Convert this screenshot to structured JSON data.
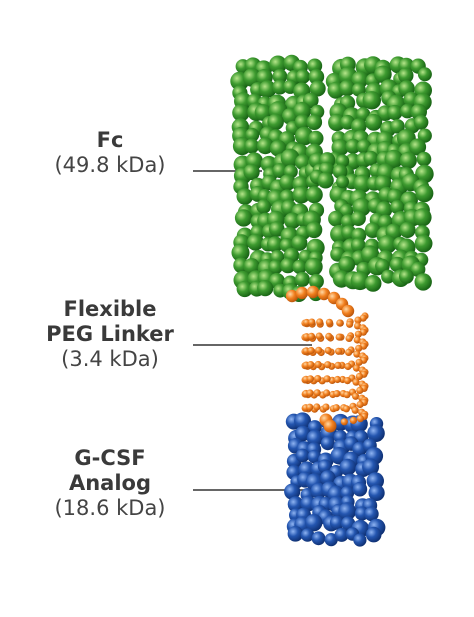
{
  "labels": {
    "fc": {
      "title": "Fc",
      "mass": "(49.8 kDa)"
    },
    "peg": {
      "title_line1": "Flexible",
      "title_line2": "PEG Linker",
      "mass": "(3.4 kDa)"
    },
    "gcsf": {
      "title_line1": "G-CSF",
      "title_line2": "Analog",
      "mass": "(18.6 kDa)"
    }
  },
  "colors": {
    "fc_green": "#2f8f2a",
    "peg_orange": "#f07b1c",
    "gcsf_blue": "#1f4fa0",
    "text": "#3a3a3a",
    "leader_line": "#333333"
  }
}
